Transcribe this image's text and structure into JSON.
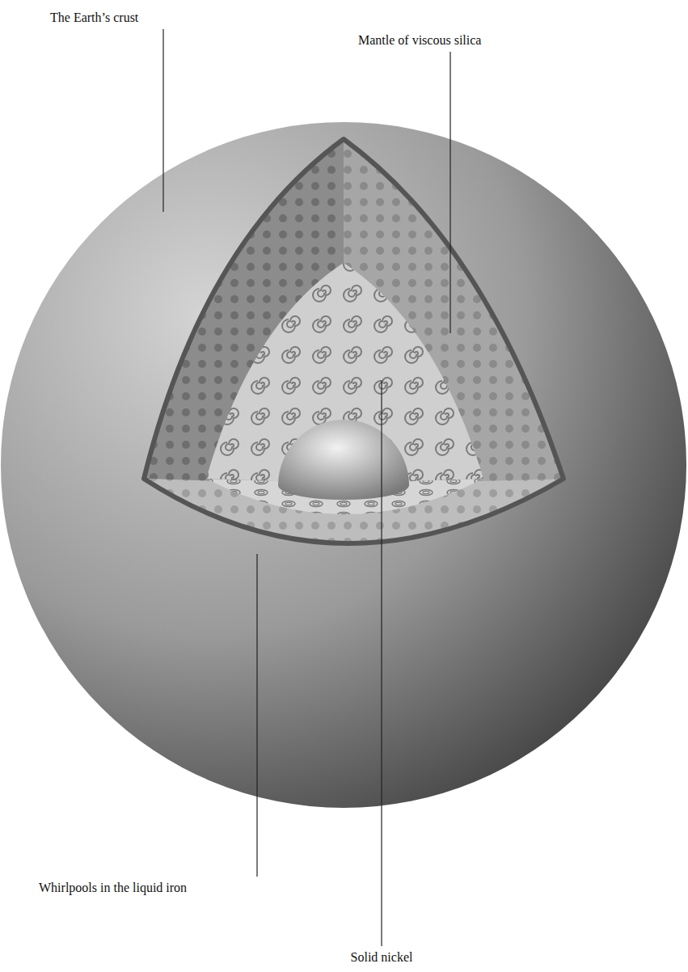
{
  "diagram": {
    "labels": [
      "The Earth’s crust",
      "Mantle of viscous silica",
      "Whirlpools in the liquid iron",
      "Solid nickel"
    ]
  }
}
